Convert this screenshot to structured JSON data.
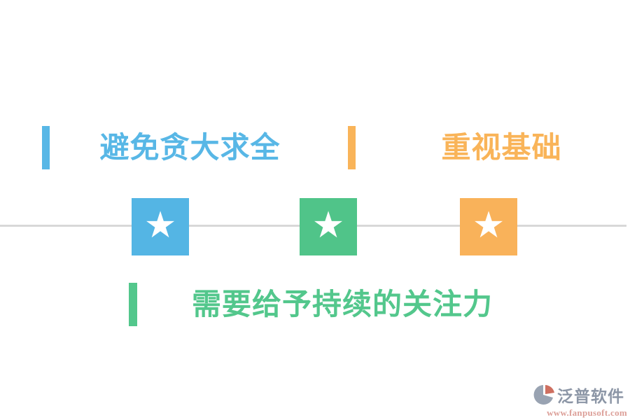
{
  "topics": [
    {
      "label": "避免贪大求全",
      "color": "#58B7E6"
    },
    {
      "label": "重视基础",
      "color": "#F9B459"
    },
    {
      "label": "需要给予持续的关注力",
      "color": "#53C78C"
    }
  ],
  "milestones": [
    {
      "icon": "star-icon",
      "color": "#54B5E4"
    },
    {
      "icon": "star-icon",
      "color": "#50C489"
    },
    {
      "icon": "star-icon",
      "color": "#F9B25A"
    }
  ],
  "icons": {
    "star": "★"
  },
  "timeline": {
    "divider_color": "#D8D8D8"
  },
  "footer": {
    "brand": "泛普软件",
    "url": "www.fanpusoft.com",
    "brand_color": "#8C96A6",
    "url_color": "#DC9F98",
    "logo_gray": "#99A3B2",
    "logo_red": "#CE6F60"
  }
}
